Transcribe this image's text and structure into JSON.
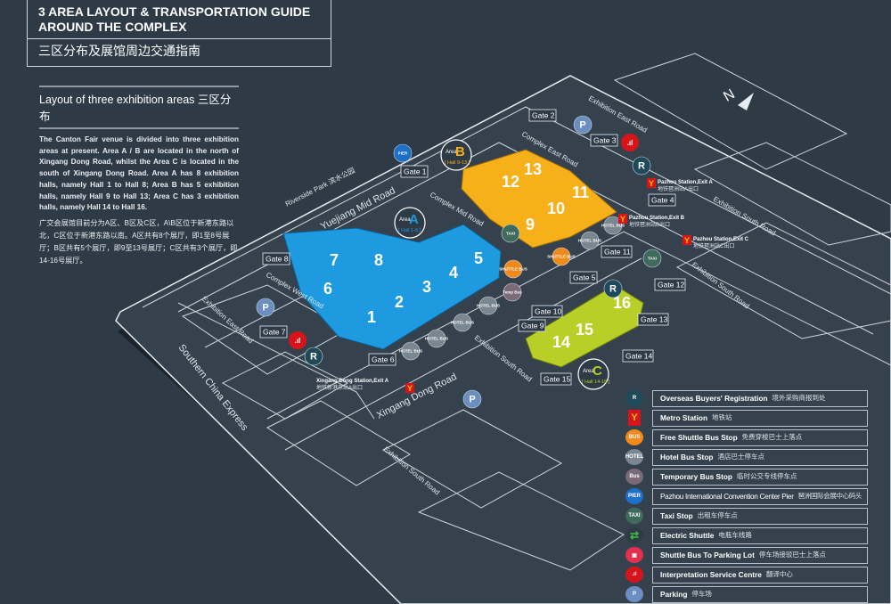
{
  "header": {
    "title_en": "3 AREA LAYOUT & TRANSPORTATION GUIDE AROUND THE COMPLEX",
    "title_zh": "三区分布及展馆周边交通指南"
  },
  "layout_section": {
    "heading": "Layout of three exhibition areas  三区分布",
    "body_en": "The Canton Fair venue is divided into three exhibition areas at present. Area A / B are located in the north of Xingang Dong Road, whilst the Area C is located in the south of Xingang Dong Road. Area A has 8 exhibition halls, namely Hall 1 to Hall 8; Area B has 5 exhibition halls, namely Hall 9 to Hall 13; Area C has 3 exhibition halls, namely Hall 14 to Hall 16.",
    "body_zh": "广交会展馆目前分为A区、B区及C区，A\\B区位于新港东路以北，C区位于新港东路以南。A区共有8个展厅，即1至8号展厅；B区共有5个展厅，即9至13号展厅；C区共有3个展厅，即14-16号展厅。"
  },
  "map": {
    "compass": "N",
    "areas": [
      {
        "name": "A",
        "prefix": "Area",
        "halls_label": "[ Hall 1-8 ]",
        "color": "#1e9ae0",
        "halls": [
          "1",
          "2",
          "3",
          "4",
          "5",
          "6",
          "7",
          "8"
        ]
      },
      {
        "name": "B",
        "prefix": "Area",
        "halls_label": "[ Hall 9-13 ]",
        "color": "#f5b01a",
        "halls": [
          "9",
          "10",
          "11",
          "12",
          "13"
        ]
      },
      {
        "name": "C",
        "prefix": "Area",
        "halls_label": "[ Hall 14-16 ]",
        "color": "#b7cf27",
        "halls": [
          "14",
          "15",
          "16"
        ]
      }
    ],
    "gates": [
      "Gate 1",
      "Gate 2",
      "Gate 3",
      "Gate 4",
      "Gate 5",
      "Gate 6",
      "Gate 7",
      "Gate 8",
      "Gate 9",
      "Gate 10",
      "Gate 11",
      "Gate 12",
      "Gate 13",
      "Gate 14",
      "Gate 15"
    ],
    "roads": [
      "Riverside Park  滨水公园",
      "Yuejiang Mid Road",
      "Complex Mid Road",
      "Complex East Road",
      "Exhibition East Road",
      "Exhibition South Road",
      "Complex West Road",
      "Exhibition East Road",
      "Xingang Dong Road",
      "Southern China Express",
      "Exhibition South Road",
      "Exhibition South Road",
      "Exhibition South Road"
    ],
    "stations": [
      {
        "en": "Pazhou Station,Exit A",
        "zh": "地铁琶洲站A出口"
      },
      {
        "en": "Pazhou Station,Exit B",
        "zh": "地铁琶洲站B出口"
      },
      {
        "en": "Pazhou Station,Exit C",
        "zh": "地铁琶洲站C出口"
      },
      {
        "en": "Xingang Dong Station,Exit A",
        "zh": "地铁新港东站A出口"
      }
    ],
    "icon_labels": {
      "pier": "PIER",
      "parking": "P",
      "registration": "R",
      "taxi": "TAXI",
      "hotel_bus": "HOTEL BUS",
      "shuttle": "SHUTTLE BUS",
      "temp_bus": "Temp Bus"
    }
  },
  "legend": [
    {
      "icon": "registration-icon",
      "glyph": "R",
      "color": "#1f4a5a",
      "en": "Overseas Buyers' Registration",
      "zh": "境外采购商报到处"
    },
    {
      "icon": "metro-icon",
      "glyph": "Y",
      "color": "#d7141a",
      "en": "Metro Station",
      "zh": "地铁站"
    },
    {
      "icon": "free-shuttle-icon",
      "glyph": "BUS",
      "color": "#f08a1c",
      "en": "Free Shuttle Bus Stop",
      "zh": "免费穿梭巴士上落点"
    },
    {
      "icon": "hotel-bus-icon",
      "glyph": "HOTEL",
      "color": "#7a8791",
      "en": "Hotel Bus Stop",
      "zh": "酒店巴士停车点"
    },
    {
      "icon": "temporary-bus-icon",
      "glyph": "Bus",
      "color": "#7b6a78",
      "en": "Temporary Bus Stop",
      "zh": "临时公交专线停车点"
    },
    {
      "icon": "pier-icon",
      "glyph": "PIER",
      "color": "#1d6fc9",
      "en": "Pazhou International Convention Center Pier",
      "zh": "琶洲国际会展中心码头"
    },
    {
      "icon": "taxi-icon",
      "glyph": "TAXI",
      "color": "#3f6b5c",
      "en": "Taxi Stop",
      "zh": "出租车停车点"
    },
    {
      "icon": "electric-shuttle-icon",
      "glyph": "⇄",
      "color": "#2e3a46",
      "en": "Electric Shuttle",
      "zh": "电瓶车线路"
    },
    {
      "icon": "shuttle-parking-icon",
      "glyph": "▣",
      "color": "#e4304f",
      "en": "Shuttle Bus To Parking Lot",
      "zh": "停车场接驳巴士上落点"
    },
    {
      "icon": "interpretation-icon",
      "glyph": ".ıl",
      "color": "#d7141a",
      "en": "Interpretation Service Centre",
      "zh": "翻译中心"
    },
    {
      "icon": "parking-icon",
      "glyph": "P",
      "color": "#6b8fc2",
      "en": "Parking",
      "zh": "停车场"
    }
  ]
}
